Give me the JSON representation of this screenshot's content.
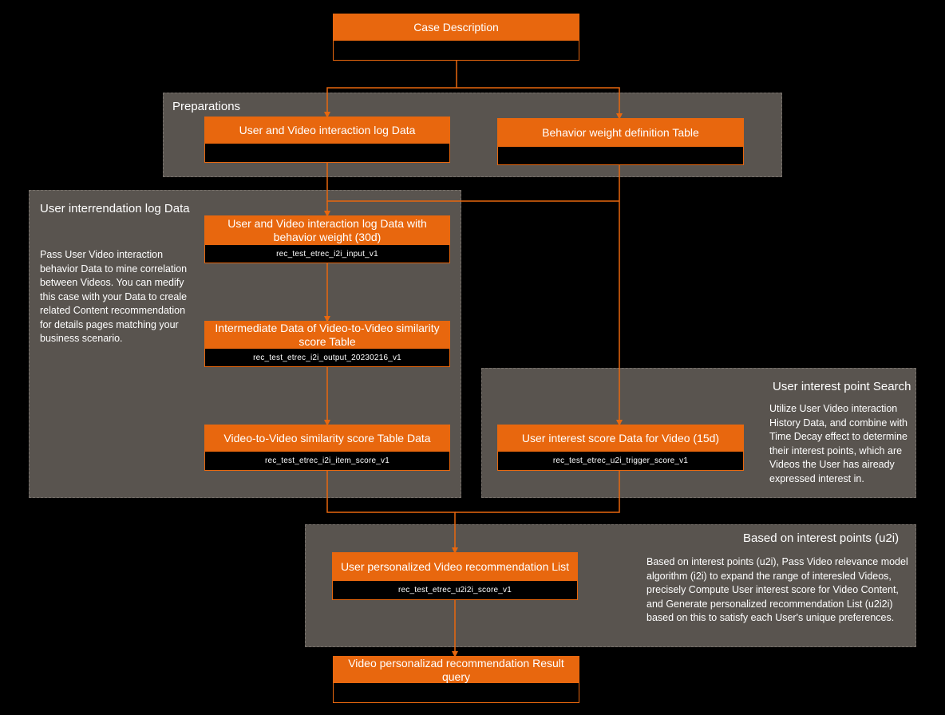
{
  "nodes": {
    "case_description": {
      "title": "Case Description",
      "table": ""
    },
    "interaction_log": {
      "title": "User and Video interaction log Data",
      "table": ""
    },
    "behavior_weight": {
      "title": "Behavior weight definition Table",
      "table": ""
    },
    "log_with_weight": {
      "title": "User and Video interaction log Data with behavior weight (30d)",
      "table": "rec_test_etrec_i2i_input_v1"
    },
    "intermediate": {
      "title": "Intermediate Data of Video-to-Video similarity score Table",
      "table": "rec_test_etrec_i2i_output_20230216_v1"
    },
    "similarity": {
      "title": "Video-to-Video similarity score Table Data",
      "table": "rec_test_etrec_i2i_item_score_v1"
    },
    "interest_score": {
      "title": "User interest score Data for Video (15d)",
      "table": "rec_test_etrec_u2i_trigger_score_v1"
    },
    "personalized_list": {
      "title": "User personalized Video recommendation List",
      "table": "rec_test_etrec_u2i2i_score_v1"
    },
    "result_query": {
      "title": "Video personalizad recommendation Result query",
      "table": ""
    }
  },
  "panels": {
    "preparations": {
      "title": "Preparations"
    },
    "log_panel": {
      "title": "User interrendation log Data",
      "description": "Pass User Video interaction behavior Data to mine correlation between Videos. You can medify this case with your Data to creale related Content recommendation for details pages matching your business scenario."
    },
    "interest_search": {
      "title": "User interest point Search",
      "description": "Utilize User Video interaction History Data, and combine with Time Decay effect to determine their interest points, which are Videos the User has aiready expressed interest in."
    },
    "u2i": {
      "title": "Based on interest points (u2i)",
      "description": "Based on interest points (u2i), Pass Video relevance model algorithm (i2i) to expand the range of interesled Videos, precisely Compute User interest score for Video Content, and Generate personalized recommendation List (u2i2i) based on this to satisfy each User's unique preferences."
    }
  },
  "colors": {
    "accent": "#e8670e",
    "panel": "#59544f",
    "background": "#000000"
  }
}
